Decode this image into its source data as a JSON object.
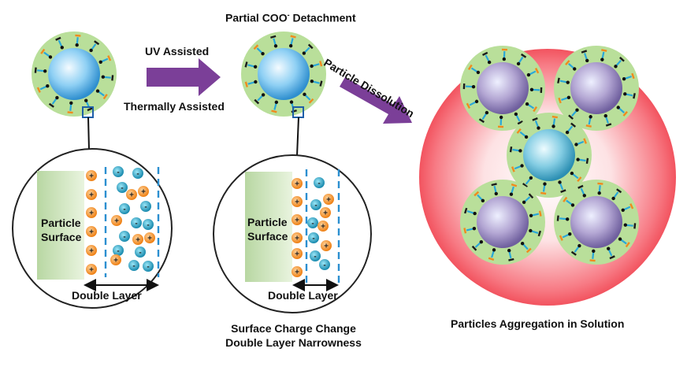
{
  "labels": {
    "partial_detachment_prefix": "Partial COO",
    "partial_detachment_sup": "-",
    "partial_detachment_suffix": " Detachment",
    "uv_assisted": "UV Assisted",
    "thermally_assisted": "Thermally Assisted",
    "particle_dissolution": "Particle Dissolution",
    "particle_surface_1_line1": "Particle",
    "particle_surface_1_line2": "Surface",
    "particle_surface_2_line1": "Particle",
    "particle_surface_2_line2": "Surface",
    "double_layer_1": "Double Layer",
    "double_layer_2": "Double Layer",
    "surface_charge_line1": "Surface Charge Change",
    "surface_charge_line2": "Double Layer Narrowness",
    "aggregation": "Particles Aggregation in Solution",
    "plus_sign": "+",
    "minus_sign": "-"
  },
  "colors": {
    "shell_green": "#b9df9a",
    "core_blue": "#5aaee6",
    "core_purple": "#8e7fb5",
    "arrow_purple": "#7b3f98",
    "cation_orange": "#f08a1e",
    "anion_teal": "#1a97b8",
    "dashed_blue": "#2b8fd0",
    "aggregate_red": "#ef3340",
    "inset_border": "#222222"
  },
  "icons": {
    "right_arrow": "right-arrow-icon",
    "diagonal_arrow": "diagonal-arrow-icon"
  }
}
